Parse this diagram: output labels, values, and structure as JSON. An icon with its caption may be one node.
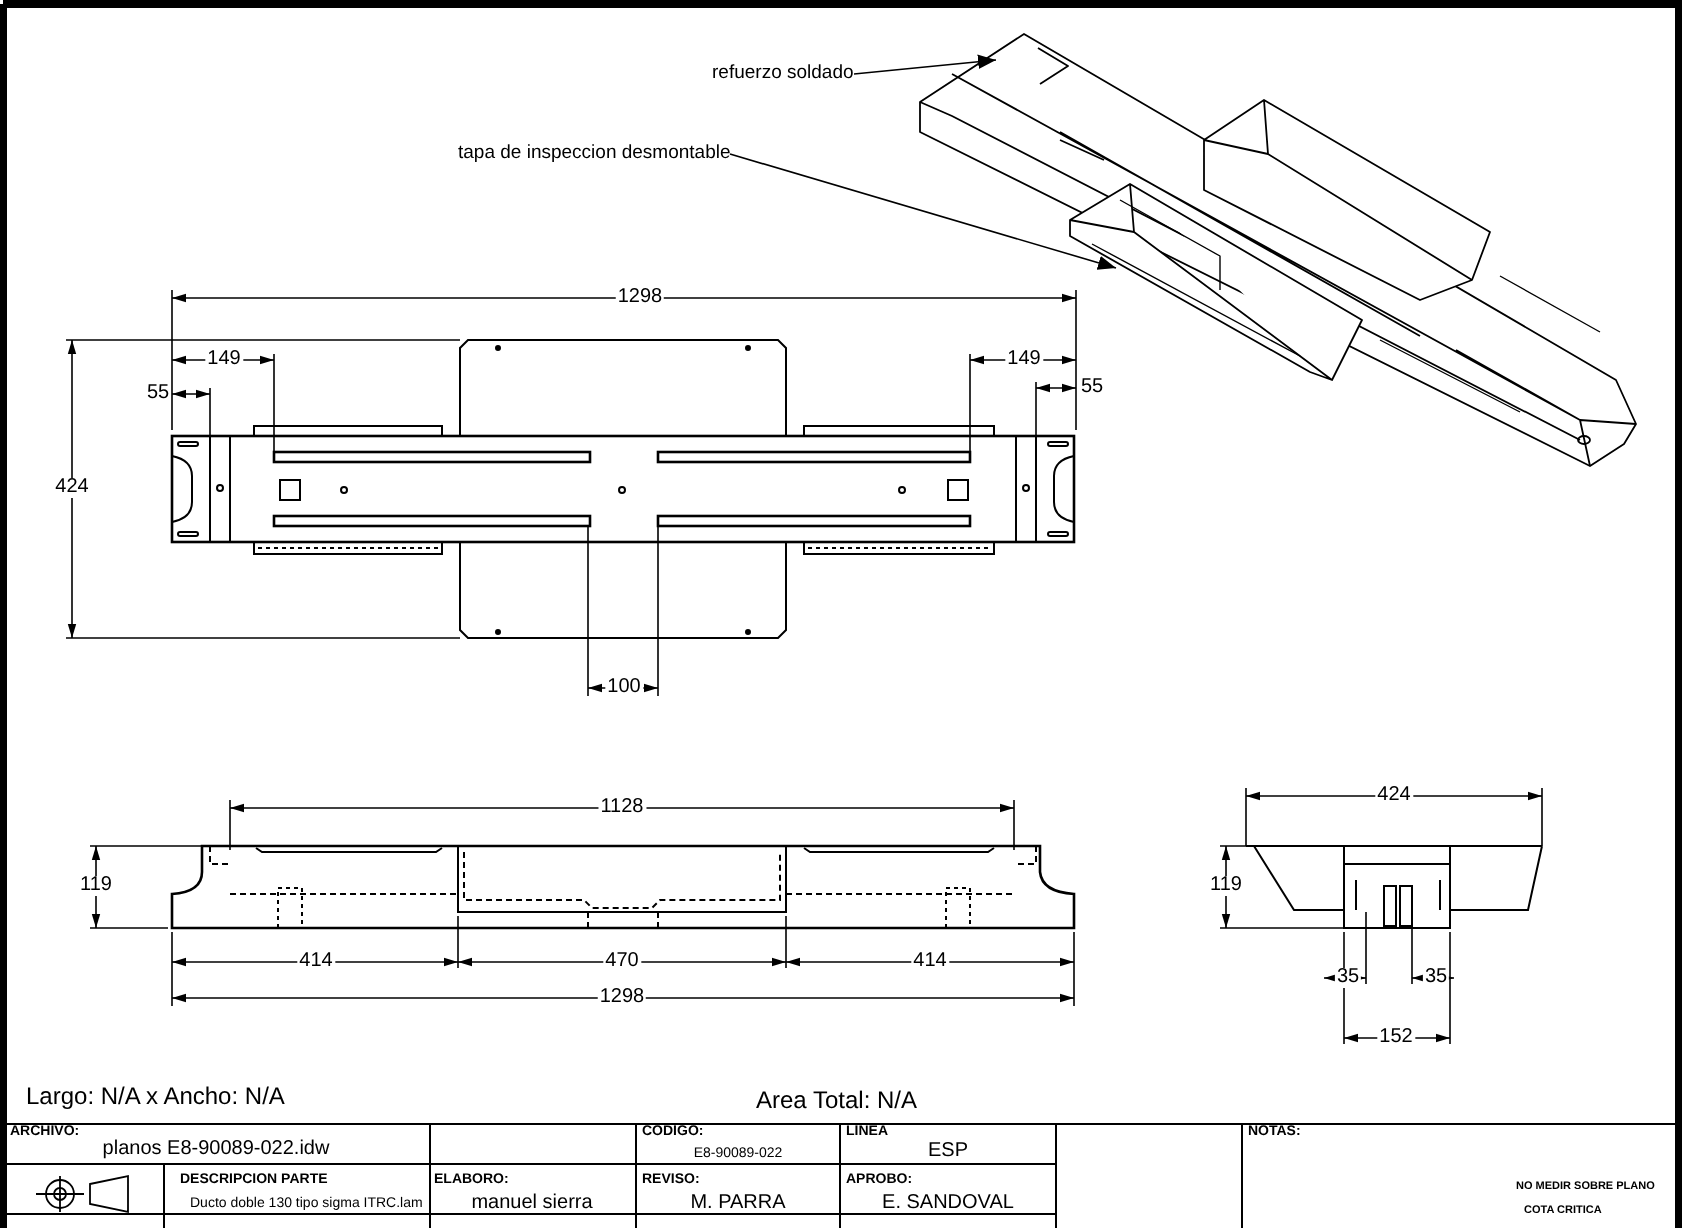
{
  "diagram": {
    "nodes": [
      {
        "text": [
          "refuerzo soldado"
        ]
      },
      {
        "text": [
          "tapa de inspeccion desmontable"
        ]
      }
    ],
    "edges": [
      {
        "from": 0,
        "to": null,
        "arrow": "to"
      },
      {
        "from": 1,
        "to": null,
        "arrow": "to"
      }
    ],
    "labels": [
      "1298",
      "149",
      "55",
      "149",
      "55",
      "424",
      "100",
      "1128",
      "119",
      "414",
      "470",
      "414",
      "1298",
      "424",
      "119",
      "35",
      "35",
      "152",
      "Largo: N/A x Ancho: N/A",
      "Area Total: N/A",
      "ARCHIVO:",
      "planos E8-90089-022.idw",
      "CODIGO:",
      "E8-90089-022",
      "LINEA",
      "ESP",
      "NOTAS:",
      "DESCRIPCION PARTE",
      "Ducto doble 130 tipo sigma ITRC.lam",
      "ELABORO:",
      "manuel sierra",
      "REVISO:",
      "M. PARRA",
      "APROBO:",
      "E. SANDOVAL",
      "NO MEDIR SOBRE PLANO",
      "COTA CRITICA"
    ]
  }
}
